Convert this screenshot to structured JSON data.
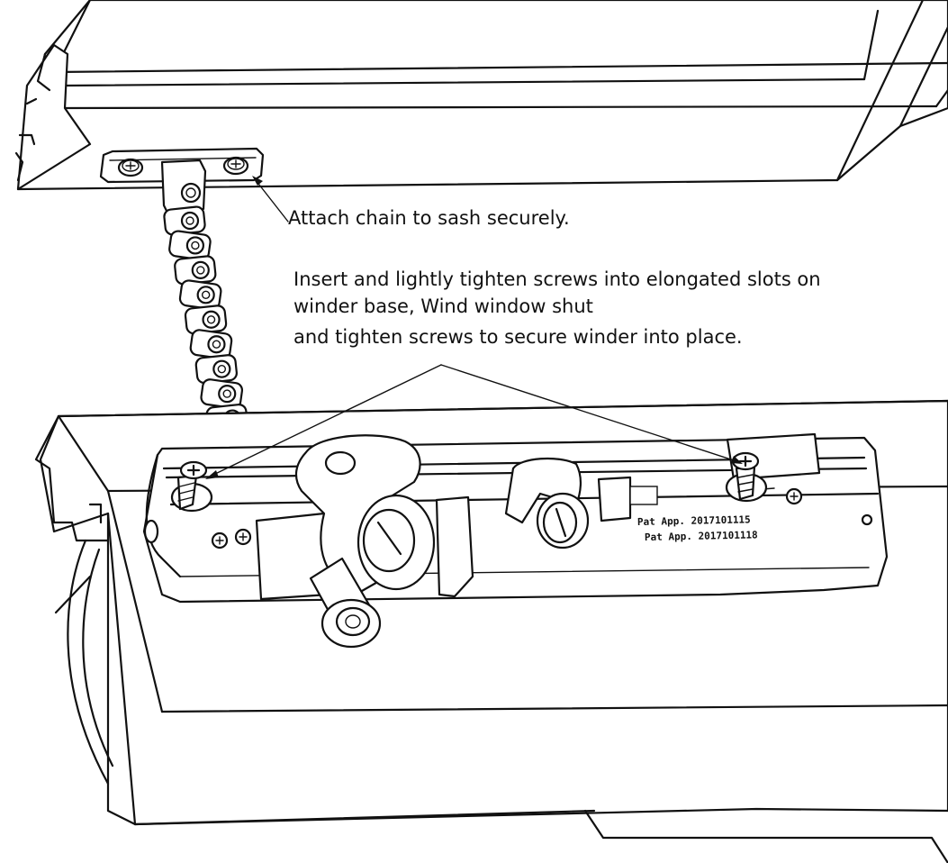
{
  "callouts": {
    "chain": "Attach chain to sash securely.",
    "screws": {
      "line1": "Insert and lightly tighten screws into elongated slots on",
      "line2": "winder base, Wind window shut",
      "line3": "and tighten screws to secure winder into place."
    }
  },
  "stamps": {
    "pat1": "Pat App. 2017101115",
    "pat2": "Pat App. 2017101118"
  }
}
